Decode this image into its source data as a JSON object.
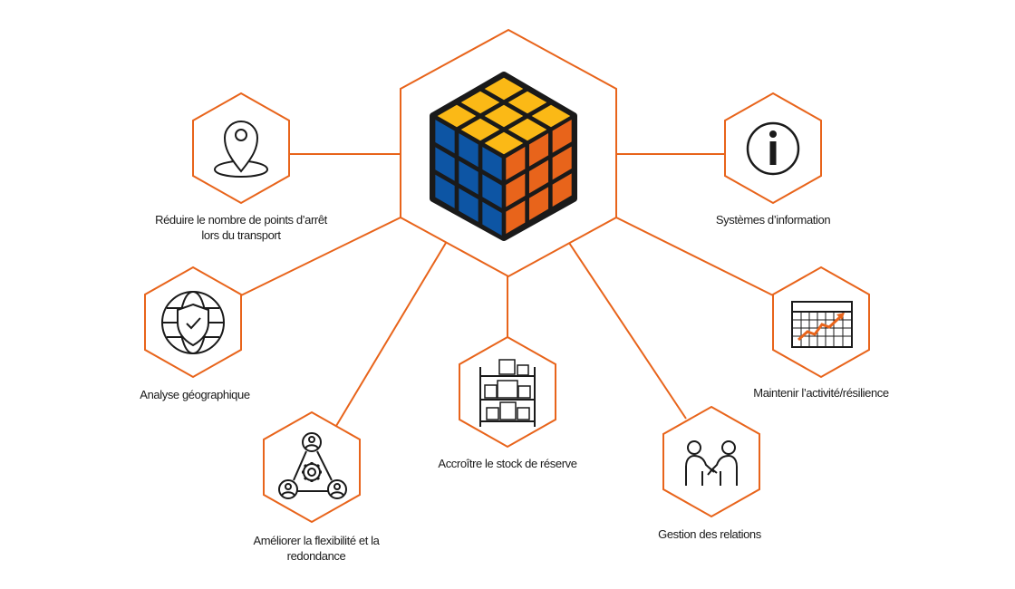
{
  "colors": {
    "accent": "#e8641b",
    "cube_yellow": "#fbb916",
    "cube_blue": "#0d55a4",
    "cube_orange": "#e8641b",
    "cube_frame": "#1a1a1a",
    "icon": "#1a1a1a"
  },
  "center": {
    "icon": "rubiks-cube-icon"
  },
  "nodes": [
    {
      "id": "stops",
      "icon": "location-pin-icon",
      "label_lines": [
        "Réduire le nombre de points d’arrêt",
        "lors du transport"
      ]
    },
    {
      "id": "info",
      "icon": "info-icon",
      "label_lines": [
        "Systèmes d’information"
      ]
    },
    {
      "id": "geo",
      "icon": "shield-globe-icon",
      "label_lines": [
        "Analyse géographique"
      ]
    },
    {
      "id": "resilience",
      "icon": "calendar-trend-icon",
      "label_lines": [
        "Maintenir l’activité/résilience"
      ]
    },
    {
      "id": "stock",
      "icon": "warehouse-shelves-icon",
      "label_lines": [
        "Accroître le stock de réserve"
      ]
    },
    {
      "id": "flex",
      "icon": "network-gear-icon",
      "label_lines": [
        "Améliorer la flexibilité et la",
        "redondance"
      ]
    },
    {
      "id": "relations",
      "icon": "handshake-icon",
      "label_lines": [
        "Gestion des relations"
      ]
    }
  ]
}
